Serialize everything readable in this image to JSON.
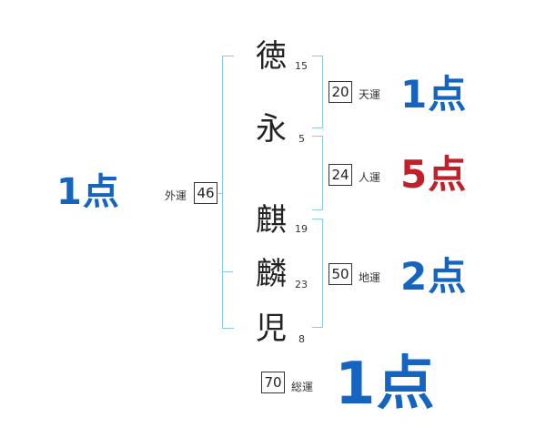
{
  "colors": {
    "bracket": "#8ccbe8",
    "good": "#1565c0",
    "bad": "#c0202a",
    "text": "#222222"
  },
  "characters": [
    {
      "char": "徳",
      "strokes": "15"
    },
    {
      "char": "永",
      "strokes": "5"
    },
    {
      "char": "麒",
      "strokes": "19"
    },
    {
      "char": "麟",
      "strokes": "23"
    },
    {
      "char": "児",
      "strokes": "8"
    }
  ],
  "fortunes": {
    "outer": {
      "label": "外運",
      "value": "46",
      "score": "1点",
      "color": "#1565c0"
    },
    "heaven": {
      "label": "天運",
      "value": "20",
      "score": "1点",
      "color": "#1565c0"
    },
    "person": {
      "label": "人運",
      "value": "24",
      "score": "5点",
      "color": "#c0202a"
    },
    "earth": {
      "label": "地運",
      "value": "50",
      "score": "2点",
      "color": "#1565c0"
    },
    "total": {
      "label": "総運",
      "value": "70",
      "score": "1点",
      "color": "#1565c0"
    }
  }
}
